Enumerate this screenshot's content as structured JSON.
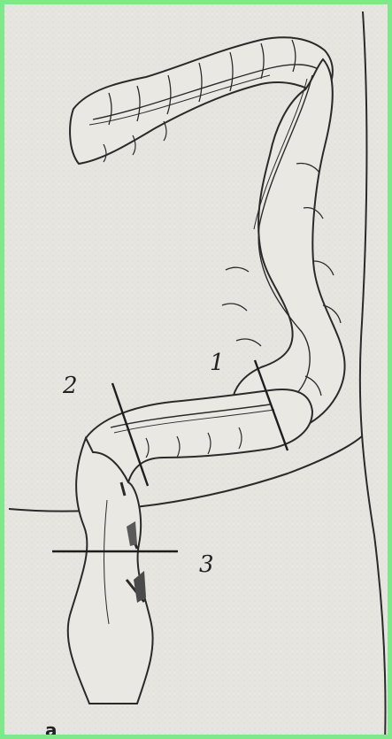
{
  "figure": {
    "labels": {
      "cut1": "1",
      "cut2": "2",
      "cut3": "3"
    },
    "panel_letter": "a"
  },
  "colors": {
    "paper": "#e8e7e1",
    "ink": "#2a2a2a",
    "border": "#7ee88a"
  }
}
